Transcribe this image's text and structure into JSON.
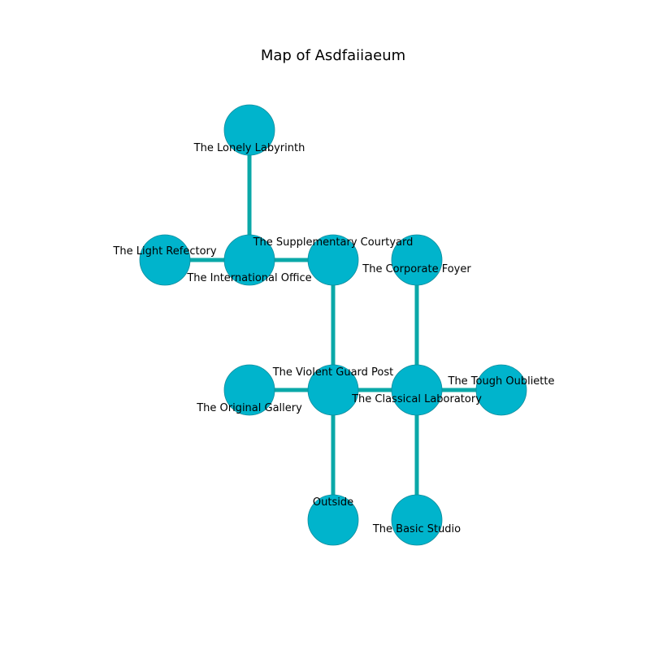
{
  "title": "Map of Asdfaiiaeum",
  "colors": {
    "node_fill": "#00b4cc",
    "node_stroke": "#0e8c9c",
    "edge": "#0aa8a8",
    "text": "#000000"
  },
  "rooms": [
    {
      "id": "lonely_labyrinth",
      "name": "The Lonely Labyrinth"
    },
    {
      "id": "light_refectory",
      "name": "The Light Refectory"
    },
    {
      "id": "international_office",
      "name": "The International Office"
    },
    {
      "id": "supplementary_courtyard",
      "name": "The Supplementary Courtyard"
    },
    {
      "id": "corporate_foyer",
      "name": "The Corporate Foyer"
    },
    {
      "id": "original_gallery",
      "name": "The Original Gallery"
    },
    {
      "id": "violent_guard_post",
      "name": "The Violent Guard Post"
    },
    {
      "id": "classical_laboratory",
      "name": "The Classical Laboratory"
    },
    {
      "id": "tough_oubliette",
      "name": "The Tough Oubliette"
    },
    {
      "id": "outside",
      "name": "Outside"
    },
    {
      "id": "basic_studio",
      "name": "The Basic Studio"
    }
  ],
  "connections": [
    [
      "lonely_labyrinth",
      "international_office"
    ],
    [
      "light_refectory",
      "international_office"
    ],
    [
      "international_office",
      "supplementary_courtyard"
    ],
    [
      "supplementary_courtyard",
      "violent_guard_post"
    ],
    [
      "corporate_foyer",
      "classical_laboratory"
    ],
    [
      "original_gallery",
      "violent_guard_post"
    ],
    [
      "violent_guard_post",
      "classical_laboratory"
    ],
    [
      "classical_laboratory",
      "tough_oubliette"
    ],
    [
      "violent_guard_post",
      "outside"
    ],
    [
      "classical_laboratory",
      "basic_studio"
    ]
  ]
}
